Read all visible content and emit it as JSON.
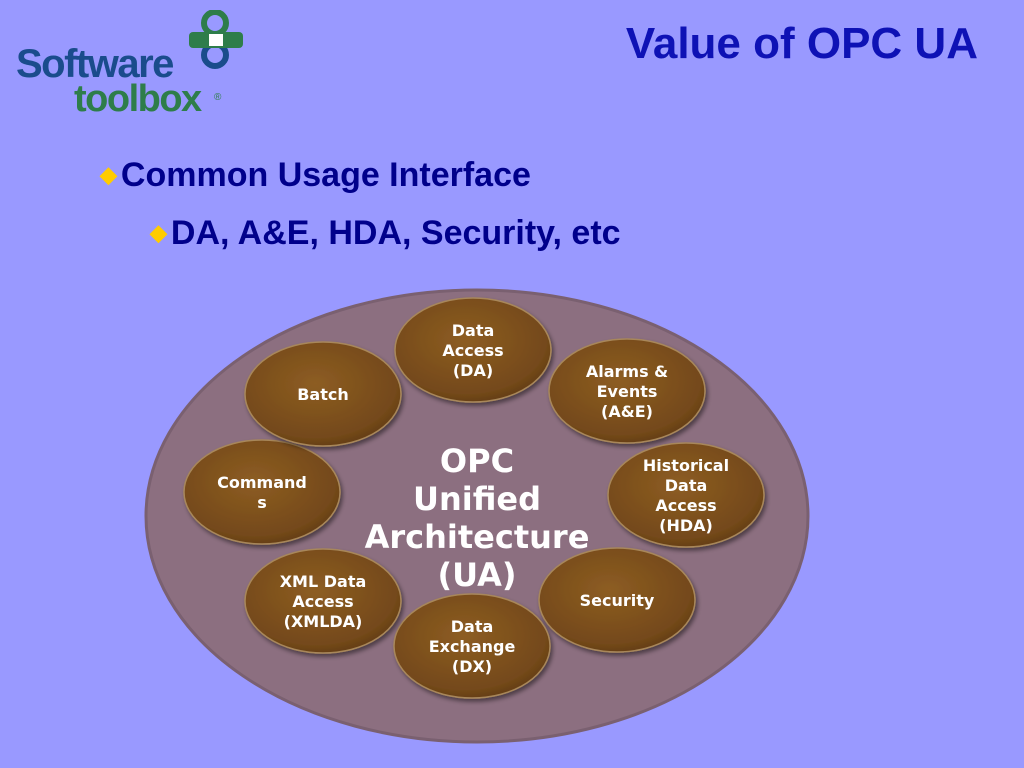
{
  "logo": {
    "word1": "Software",
    "word2": "toolbox",
    "reg": "®"
  },
  "title": "Value of OPC UA",
  "bullets": [
    {
      "text": "Common Usage Interface",
      "level": 1
    },
    {
      "text": "DA, A&E, HDA, Security, etc",
      "level": 2
    }
  ],
  "diagram": {
    "center": [
      "OPC",
      "Unified",
      "Architecture",
      "(UA)"
    ],
    "nodes": [
      {
        "id": "data-access",
        "lines": [
          "Data",
          "Access",
          "(DA)"
        ]
      },
      {
        "id": "alarms-events",
        "lines": [
          "Alarms &",
          "Events",
          "(A&E)"
        ]
      },
      {
        "id": "historical-data-access",
        "lines": [
          "Historical",
          "Data",
          "Access",
          "(HDA)"
        ]
      },
      {
        "id": "security",
        "lines": [
          "Security"
        ]
      },
      {
        "id": "data-exchange",
        "lines": [
          "Data",
          "Exchange",
          "(DX)"
        ]
      },
      {
        "id": "xml-data-access",
        "lines": [
          "XML Data",
          "Access",
          "(XMLDA)"
        ]
      },
      {
        "id": "commands",
        "lines": [
          "Command",
          "s"
        ]
      },
      {
        "id": "batch",
        "lines": [
          "Batch"
        ]
      }
    ]
  },
  "colors": {
    "background": "#9999ff",
    "title": "#0e12b5",
    "bullet_text": "#00008b",
    "bullet_marker": "#ffcc00",
    "ellipse": "#8c6f80",
    "node_fill": "#7a4f1c",
    "logo_blue": "#1a4c8c",
    "logo_green": "#2e7d4a"
  }
}
